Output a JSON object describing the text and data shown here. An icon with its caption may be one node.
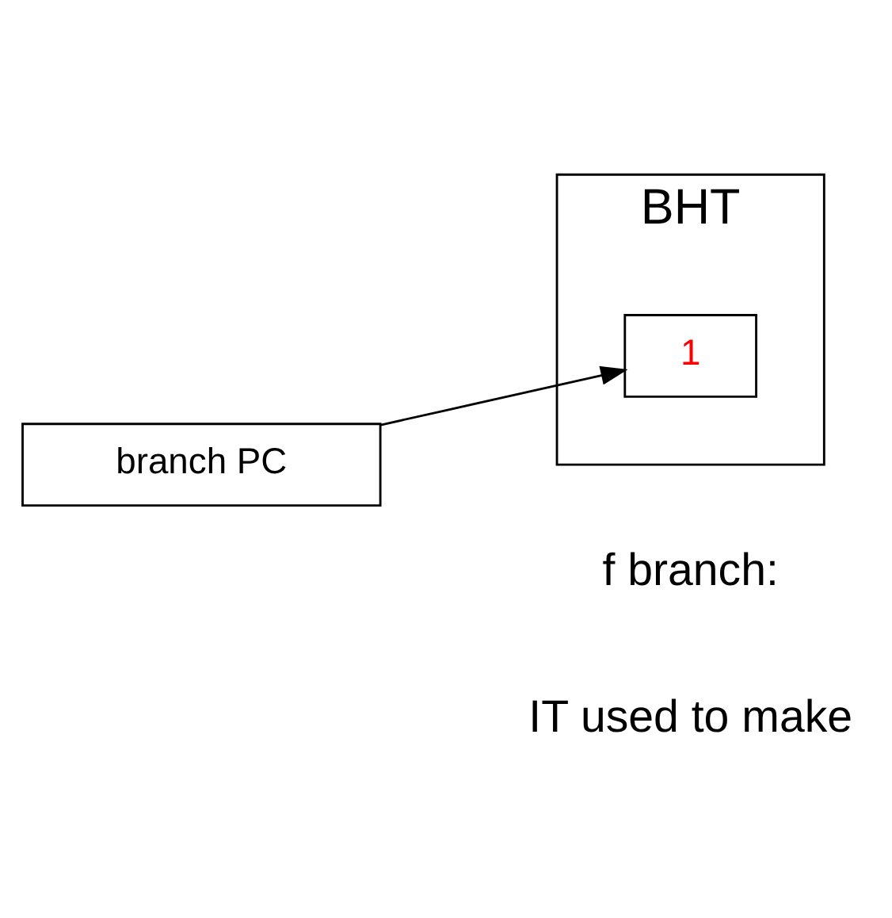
{
  "diagram": {
    "nodes": [
      {
        "text": [
          "branch PC"
        ]
      },
      {
        "text": [
          "BHT"
        ]
      },
      {
        "text": [
          "1"
        ],
        "in": 1
      }
    ],
    "edges": [
      {
        "from": 0,
        "to": 2,
        "arrow": "to"
      }
    ],
    "labels": [
      "f branch:",
      "IT used to make"
    ]
  }
}
